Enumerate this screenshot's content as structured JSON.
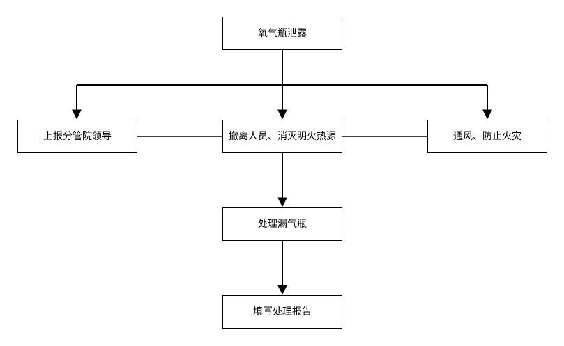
{
  "diagram": {
    "type": "flowchart",
    "nodes": {
      "root": "氧气瓶泄露",
      "left": "上报分管院领导",
      "center": "撤离人员、消灭明火热源",
      "right": "通风、防止火灾",
      "handle": "处理漏气瓶",
      "report": "填写处理报告"
    },
    "edges": [
      {
        "from": "root",
        "to": "left",
        "arrow": true
      },
      {
        "from": "root",
        "to": "center",
        "arrow": true
      },
      {
        "from": "root",
        "to": "right",
        "arrow": true
      },
      {
        "from": "left",
        "to": "center",
        "arrow": false
      },
      {
        "from": "center",
        "to": "right",
        "arrow": false
      },
      {
        "from": "center",
        "to": "handle",
        "arrow": true
      },
      {
        "from": "handle",
        "to": "report",
        "arrow": true
      }
    ],
    "colors": {
      "line": "#000000",
      "node_fill": "#ffffff",
      "text": "#000000"
    }
  }
}
